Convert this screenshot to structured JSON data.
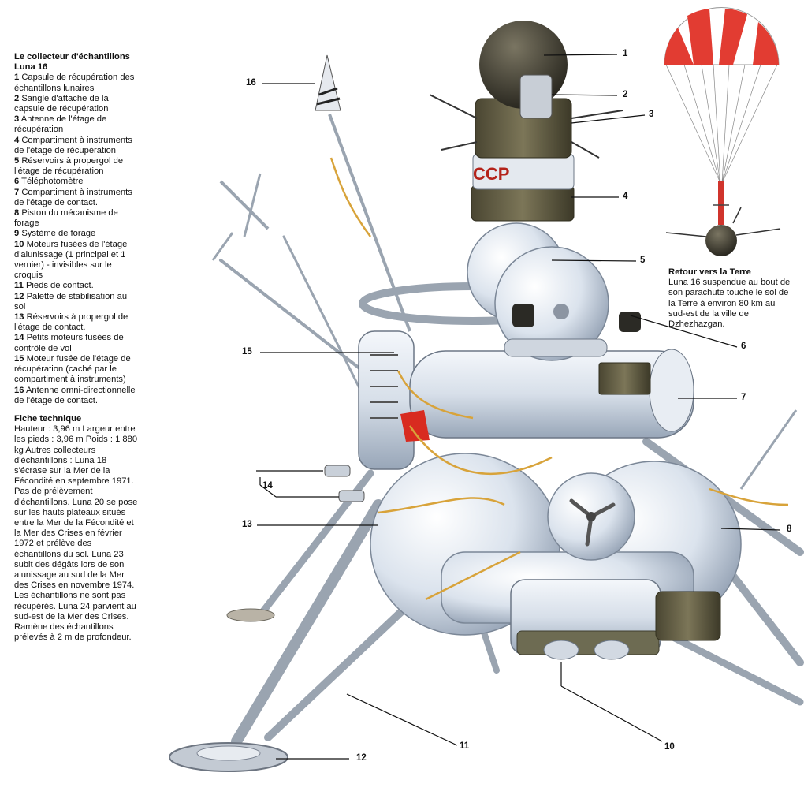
{
  "legend": {
    "title": "Le collecteur d'échantillons Luna 16",
    "items": [
      {
        "num": "1",
        "text": "Capsule de récupération des échantillons lunaires"
      },
      {
        "num": "2",
        "text": "Sangle d'attache de la capsule de récupération"
      },
      {
        "num": "3",
        "text": "Antenne de l'étage de récupération"
      },
      {
        "num": "4",
        "text": "Compartiment à instruments de l'étage de récupération"
      },
      {
        "num": "5",
        "text": "Réservoirs à propergol de l'étage de récupération"
      },
      {
        "num": "6",
        "text": "Téléphotomètre"
      },
      {
        "num": "7",
        "text": "Compartiment à instruments de l'étage de contact."
      },
      {
        "num": "8",
        "text": "Piston du mécanisme de forage"
      },
      {
        "num": "9",
        "text": "Système de forage"
      },
      {
        "num": "10",
        "text": "Moteurs fusées de l'étage d'alunissage (1 principal et 1 vernier) - invisibles sur le croquis"
      },
      {
        "num": "11",
        "text": "Pieds de contact."
      },
      {
        "num": "12",
        "text": "Palette de stabilisation au sol"
      },
      {
        "num": "13",
        "text": "Réservoirs à propergol de l'étage de contact."
      },
      {
        "num": "14",
        "text": "Petits moteurs fusées de contrôle de vol"
      },
      {
        "num": "15",
        "text": "Moteur fusée de l'étage de récupération (caché par le compartiment à instruments)"
      },
      {
        "num": "16",
        "text": "Antenne omni-directionnelle de l'étage de contact."
      }
    ]
  },
  "specs": {
    "title": "Fiche technique",
    "text": "Hauteur : 3,96 m Largeur entre les pieds : 3,96 m Poids : 1 880 kg Autres collecteurs d'échantillons : Luna 18 s'écrase sur la Mer de la Fécondité en septembre 1971. Pas de prélèvement d'échantillons. Luna 20 se pose sur les hauts plateaux situés entre la Mer de la Fécondité et la Mer des Crises en février 1972 et prélève des échantillons du sol. Luna 23 subit des dégâts lors de son alunissage au sud de la Mer des Crises en novembre 1974. Les échantillons ne sont pas récupérés. Luna 24 parvient au sud-est de la Mer des Crises. Ramène des échantillons prélevés à 2 m de profondeur."
  },
  "return_box": {
    "title": "Retour vers la Terre",
    "text": "Luna 16 suspendue au bout de son parachute touche le sol de la Terre à environ 80 km au sud-est de la ville de Dzhezhazgan."
  },
  "diagram_labels": {
    "n1": "1",
    "n2": "2",
    "n3": "3",
    "n4": "4",
    "n5": "5",
    "n6": "6",
    "n7": "7",
    "n8": "8",
    "n10": "10",
    "n11": "11",
    "n12": "12",
    "n13": "13",
    "n14": "14",
    "n15": "15",
    "n16": "16",
    "cccp": "CCP"
  },
  "colors": {
    "tank": "#dfe6ef",
    "capsule": "#3d3a30",
    "olive": "#5e5a42",
    "wire": "#d8a33a",
    "parachute_red": "#e23c32"
  }
}
